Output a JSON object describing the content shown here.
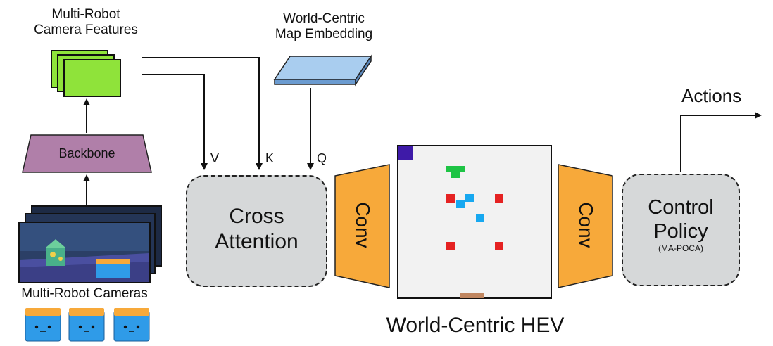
{
  "diagram": {
    "camera_features_label_line1": "Multi-Robot",
    "camera_features_label_line2": "Camera Features",
    "map_embedding_label_line1": "World-Centric",
    "map_embedding_label_line2": "Map Embedding",
    "backbone_label": "Backbone",
    "cameras_label": "Multi-Robot Cameras",
    "value_label": "V",
    "key_label": "K",
    "query_label": "Q",
    "cross_attention_line1": "Cross",
    "cross_attention_line2": "Attention",
    "conv_left_label": "Conv",
    "conv_right_label": "Conv",
    "control_policy_line1": "Control",
    "control_policy_line2": "Policy",
    "control_policy_sub": "(MA-POCA)",
    "actions_label": "Actions",
    "hev_label": "World-Centric HEV"
  },
  "colors": {
    "feature_green": "#8fe33a",
    "backbone_purple": "#b07fa9",
    "map_blue": "#8ab8e6",
    "conv_orange": "#f7a93a",
    "box_gray": "#d6d8d9",
    "grid_bg": "#f2f2f2",
    "red_marker": "#e52222",
    "cyan_marker": "#17a8f0",
    "green_marker": "#1ec445",
    "corner_purple": "#3e1aa8",
    "base_brown": "#c08660",
    "robot_blue": "#2f9be8",
    "robot_orange": "#f7a93a"
  }
}
